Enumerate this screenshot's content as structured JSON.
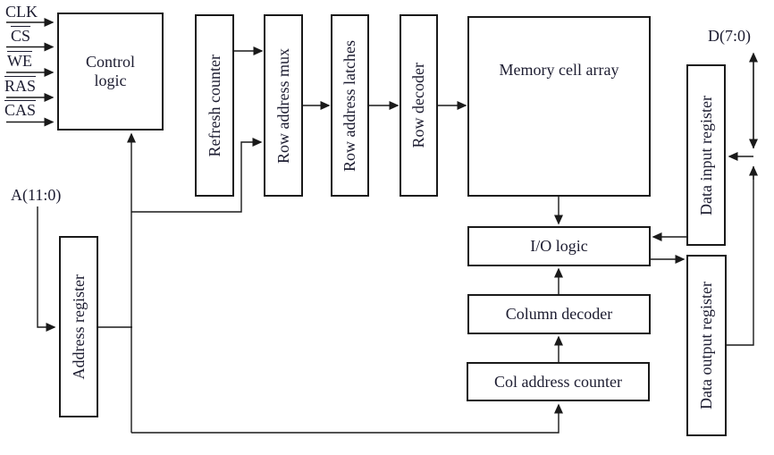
{
  "blocks": {
    "control_logic": "Control logic",
    "refresh_counter": "Refresh counter",
    "row_address_mux": "Row address mux",
    "row_address_latches": "Row address latches",
    "row_decoder": "Row decoder",
    "memory_cell_array": "Memory cell array",
    "data_input_register": "Data input register",
    "data_output_register": "Data output register",
    "io_logic": "I/O logic",
    "column_decoder": "Column decoder",
    "col_address_counter": "Col address counter",
    "address_register": "Address register"
  },
  "signals": {
    "clk": "CLK",
    "cs": "CS",
    "we": "WE",
    "ras": "RAS",
    "cas": "CAS",
    "address_bus": "A(11:0)",
    "data_bus": "D(7:0)"
  },
  "colors": {
    "line": "#1a1a1a",
    "text": "#1c1c30",
    "background": "#ffffff"
  }
}
